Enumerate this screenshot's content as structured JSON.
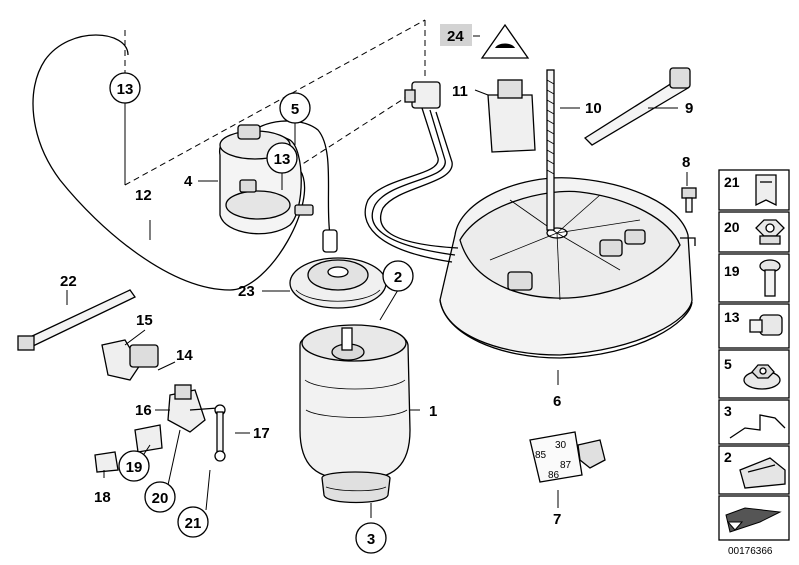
{
  "diagram": {
    "doc_id": "00176366",
    "callouts": {
      "c1": "1",
      "c2": "2",
      "c3": "3",
      "c4": "4",
      "c5": "5",
      "c6": "6",
      "c7": "7",
      "c8": "8",
      "c9": "9",
      "c10": "10",
      "c11": "11",
      "c12": "12",
      "c13a": "13",
      "c13b": "13",
      "c14": "14",
      "c15": "15",
      "c16": "16",
      "c17": "17",
      "c18": "18",
      "c19": "19",
      "c20": "20",
      "c21": "21",
      "c22": "22",
      "c23": "23",
      "c24": "24"
    },
    "relay_pins": {
      "p30": "30",
      "p85": "85",
      "p86": "86",
      "p87": "87"
    },
    "sidebar": [
      {
        "num": "21",
        "icon": "spring-clip-icon"
      },
      {
        "num": "20",
        "icon": "hex-collar-nut-icon"
      },
      {
        "num": "19",
        "icon": "hex-bolt-icon"
      },
      {
        "num": "13",
        "icon": "pipe-connector-icon"
      },
      {
        "num": "5",
        "icon": "flange-nut-icon"
      },
      {
        "num": "3",
        "icon": "wire-clip-icon"
      },
      {
        "num": "2",
        "icon": "cable-holder-icon"
      },
      {
        "num": "",
        "icon": "arrow-wedge-icon"
      }
    ]
  }
}
